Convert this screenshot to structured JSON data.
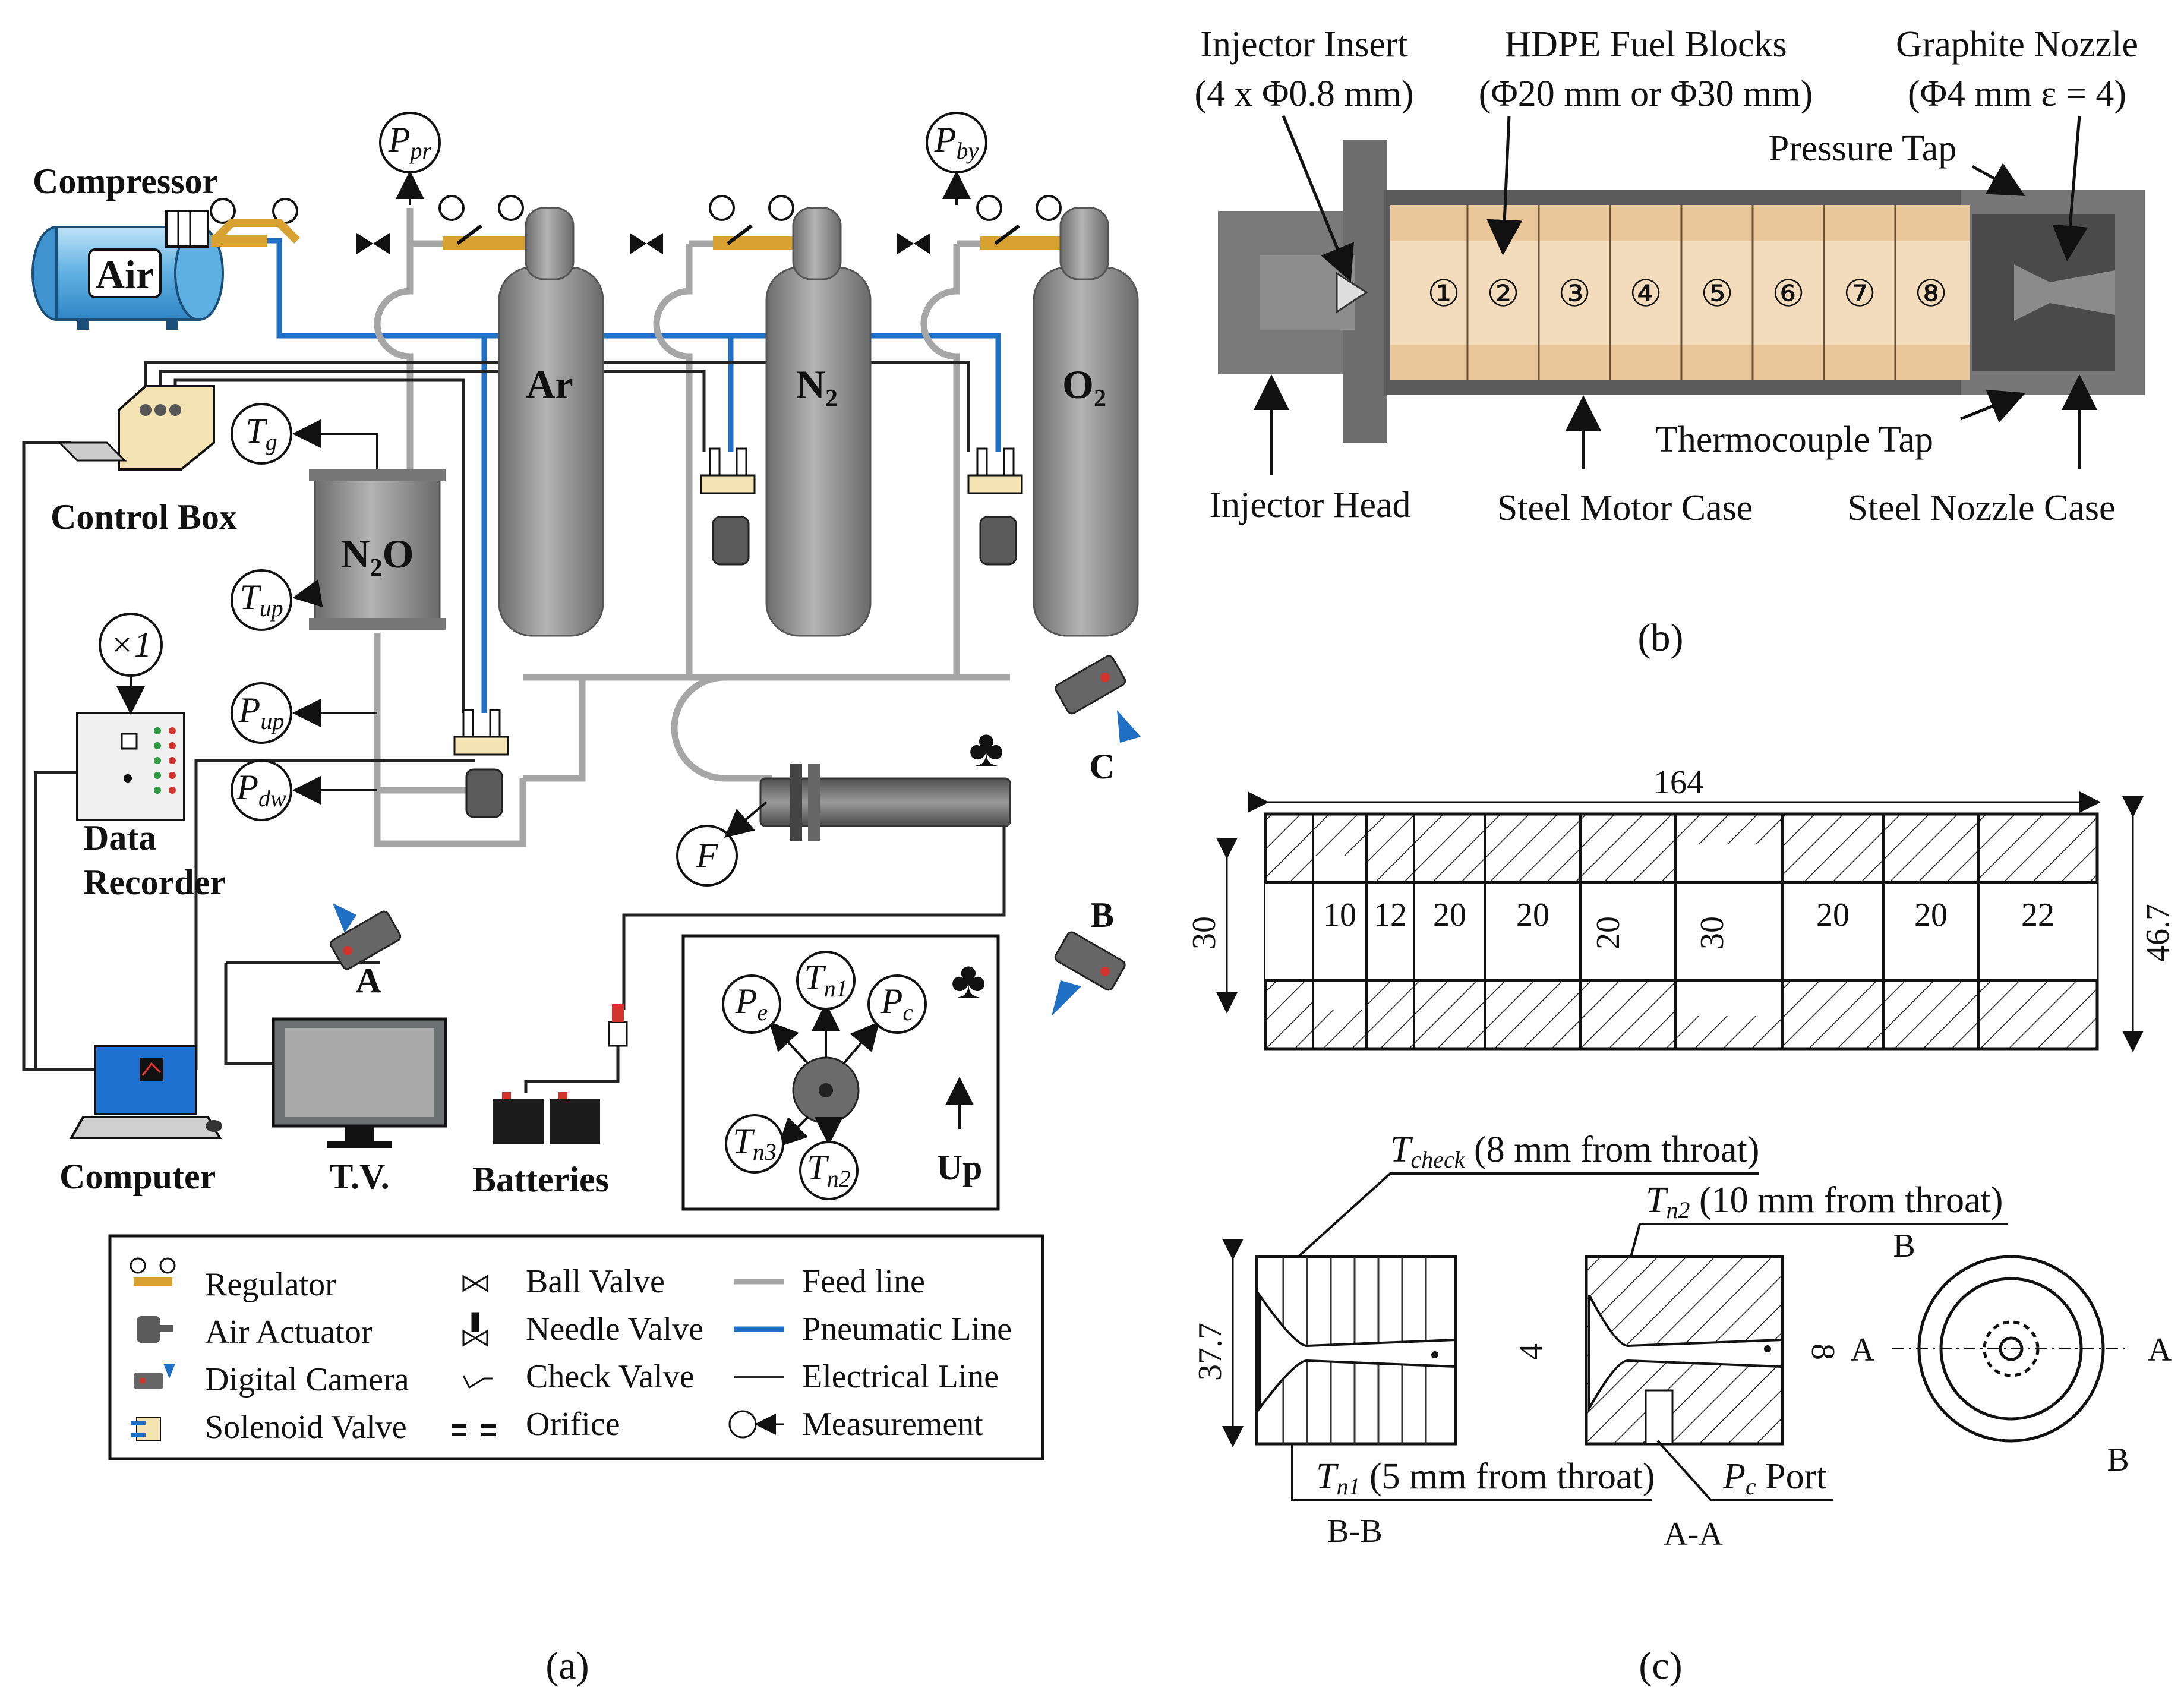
{
  "colors": {
    "pneumatic": "#1f6fc5",
    "feed": "#a6a6a6",
    "electrical": "#222222",
    "regulator": "#d7a231",
    "tank_air": "#6fb6e5",
    "cylinder": "#8d8d8d",
    "fuel": "#e9c79a",
    "steel": "#6d6d6d"
  },
  "panel_a": {
    "caption": "(a)",
    "compressor_label": "Compressor",
    "air_label": "Air",
    "control_box_label": "Control Box",
    "data_recorder_label": [
      "Data",
      "Recorder"
    ],
    "computer_label": "Computer",
    "tv_label": "T.V.",
    "batteries_label": "Batteries",
    "cylinders": {
      "ar": "Ar",
      "n2_main": "N",
      "n2_sub": "2",
      "o2_main": "O",
      "o2_sub": "2"
    },
    "n2o": {
      "main": "N",
      "sub": "2",
      "rest": "O"
    },
    "measurements": {
      "p_pr": {
        "main": "P",
        "sub": "pr"
      },
      "p_by": {
        "main": "P",
        "sub": "by"
      },
      "t_g": {
        "main": "T",
        "sub": "g"
      },
      "t_up": {
        "main": "T",
        "sub": "up"
      },
      "p_up": {
        "main": "P",
        "sub": "up"
      },
      "p_dw": {
        "main": "P",
        "sub": "dw"
      },
      "x1": "×1",
      "f": "F",
      "p_e": {
        "main": "P",
        "sub": "e"
      },
      "t_n1": {
        "main": "T",
        "sub": "n1"
      },
      "p_c": {
        "main": "P",
        "sub": "c"
      },
      "t_n3": {
        "main": "T",
        "sub": "n3"
      },
      "t_n2": {
        "main": "T",
        "sub": "n2"
      }
    },
    "cameras": {
      "a": "A",
      "b": "B",
      "c": "C"
    },
    "club_symbol": "♣",
    "up_label": "Up",
    "legend": [
      {
        "label": "Regulator",
        "icon": "regulator-icon"
      },
      {
        "label": "Air Actuator",
        "icon": "air-actuator-icon"
      },
      {
        "label": "Digital Camera",
        "icon": "camera-icon"
      },
      {
        "label": "Solenoid Valve",
        "icon": "solenoid-valve-icon"
      },
      {
        "label": "Ball Valve",
        "icon": "ball-valve-icon"
      },
      {
        "label": "Needle Valve",
        "icon": "needle-valve-icon"
      },
      {
        "label": "Check Valve",
        "icon": "check-valve-icon"
      },
      {
        "label": "Orifice",
        "icon": "orifice-icon"
      },
      {
        "label": "Feed line",
        "icon": "feed-line-icon"
      },
      {
        "label": "Pneumatic Line",
        "icon": "pneumatic-line-icon"
      },
      {
        "label": "Electrical Line",
        "icon": "electrical-line-icon"
      },
      {
        "label": "Measurement",
        "icon": "measurement-icon"
      }
    ]
  },
  "panel_b": {
    "caption": "(b)",
    "injector_insert": [
      "Injector Insert",
      "(4 x Φ0.8 mm)"
    ],
    "fuel_blocks": [
      "HDPE Fuel Blocks",
      "(Φ20 mm or Φ30 mm)"
    ],
    "nozzle": [
      "Graphite Nozzle",
      "(Φ4 mm  ε = 4)"
    ],
    "pressure_tap": "Pressure Tap",
    "thermocouple_tap": "Thermocouple Tap",
    "injector_head": "Injector Head",
    "motor_case": "Steel Motor Case",
    "nozzle_case": "Steel Nozzle Case",
    "block_numbers": [
      "①",
      "②",
      "③",
      "④",
      "⑤",
      "⑥",
      "⑦",
      "⑧"
    ]
  },
  "panel_c": {
    "caption": "(c)",
    "overall_length": "164",
    "overall_diameter": "46.7",
    "left_diameter": "30",
    "segment_lengths": [
      "10",
      "12",
      "20",
      "20",
      "20",
      "20",
      "22"
    ],
    "inner_diameters": [
      "20",
      "30"
    ],
    "tcheck": {
      "main": "T",
      "sub": "check",
      "rest": " (8 mm from throat)"
    },
    "tn2": {
      "main": "T",
      "sub": "n2",
      "rest": " (10 mm from throat)"
    },
    "tn1": {
      "main": "T",
      "sub": "n1",
      "rest": " (5 mm from throat)"
    },
    "pc_port": {
      "main": "P",
      "sub": "c",
      "rest": " Port"
    },
    "nozzle_length": "37.7",
    "dim_4": "4",
    "dim_8": "8",
    "section_bb": "B-B",
    "section_aa": "A-A",
    "cut_a": "A",
    "cut_b": "B"
  }
}
